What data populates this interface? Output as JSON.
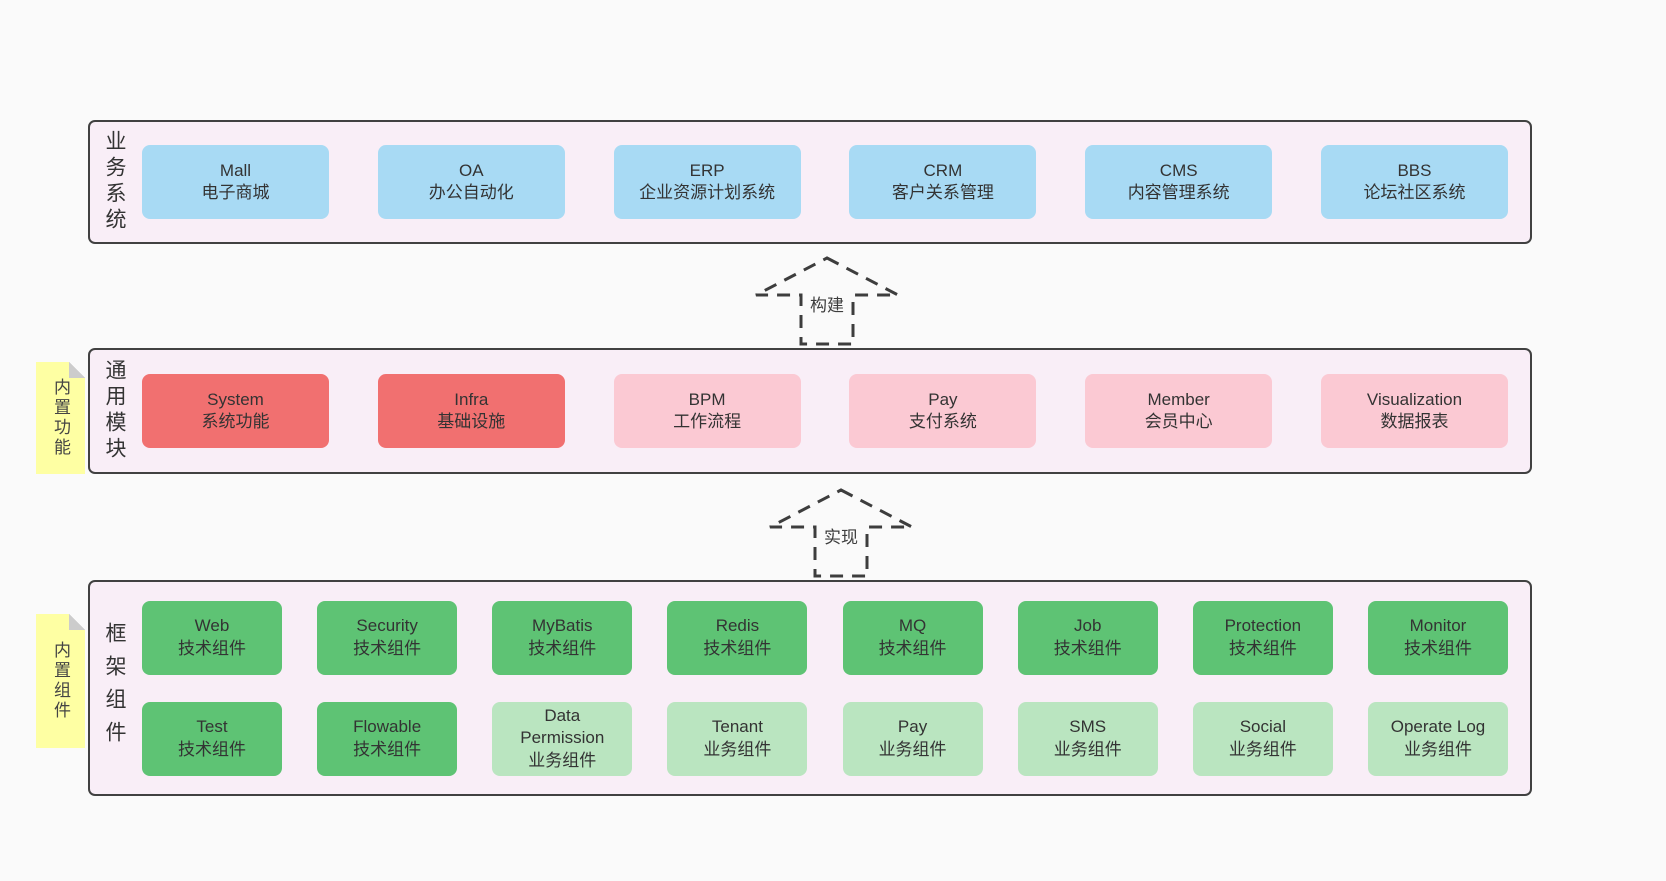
{
  "colors": {
    "page-bg": "#fafafa",
    "band-bg": "#f9eef7",
    "line": "#414141",
    "blue": "#a8daf4",
    "red": "#f17070",
    "pink": "#fbc9d3",
    "green": "#5ec374",
    "lightgreen": "#bae5c0",
    "yellow": "#feffa3",
    "fold": "#cccccc",
    "text": "#333333"
  },
  "arrows": {
    "build": "构建",
    "implement": "实现"
  },
  "layers": {
    "business": {
      "label": "业务系统",
      "boxes": [
        {
          "name": "Mall",
          "desc": "电子商城"
        },
        {
          "name": "OA",
          "desc": "办公自动化"
        },
        {
          "name": "ERP",
          "desc": "企业资源计划系统"
        },
        {
          "name": "CRM",
          "desc": "客户关系管理"
        },
        {
          "name": "CMS",
          "desc": "内容管理系统"
        },
        {
          "name": "BBS",
          "desc": "论坛社区系统"
        }
      ]
    },
    "modules": {
      "label": "通用模块",
      "sticky": "内置功能",
      "boxes": [
        {
          "name": "System",
          "desc": "系统功能",
          "variant": "red"
        },
        {
          "name": "Infra",
          "desc": "基础设施",
          "variant": "red"
        },
        {
          "name": "BPM",
          "desc": "工作流程",
          "variant": "pink"
        },
        {
          "name": "Pay",
          "desc": "支付系统",
          "variant": "pink"
        },
        {
          "name": "Member",
          "desc": "会员中心",
          "variant": "pink"
        },
        {
          "name": "Visualization",
          "desc": "数据报表",
          "variant": "pink"
        }
      ]
    },
    "components": {
      "label": "框架组件",
      "sticky": "内置组件",
      "rows": [
        [
          {
            "name": "Web",
            "desc": "技术组件",
            "variant": "green"
          },
          {
            "name": "Security",
            "desc": "技术组件",
            "variant": "green"
          },
          {
            "name": "MyBatis",
            "desc": "技术组件",
            "variant": "green"
          },
          {
            "name": "Redis",
            "desc": "技术组件",
            "variant": "green"
          },
          {
            "name": "MQ",
            "desc": "技术组件",
            "variant": "green"
          },
          {
            "name": "Job",
            "desc": "技术组件",
            "variant": "green"
          },
          {
            "name": "Protection",
            "desc": "技术组件",
            "variant": "green"
          },
          {
            "name": "Monitor",
            "desc": "技术组件",
            "variant": "green"
          }
        ],
        [
          {
            "name": "Test",
            "desc": "技术组件",
            "variant": "green"
          },
          {
            "name": "Flowable",
            "desc": "技术组件",
            "variant": "green"
          },
          {
            "name": "Data Permission",
            "desc": "业务组件",
            "variant": "lightgreen"
          },
          {
            "name": "Tenant",
            "desc": "业务组件",
            "variant": "lightgreen"
          },
          {
            "name": "Pay",
            "desc": "业务组件",
            "variant": "lightgreen"
          },
          {
            "name": "SMS",
            "desc": "业务组件",
            "variant": "lightgreen"
          },
          {
            "name": "Social",
            "desc": "业务组件",
            "variant": "lightgreen"
          },
          {
            "name": "Operate Log",
            "desc": "业务组件",
            "variant": "lightgreen"
          }
        ]
      ]
    }
  }
}
